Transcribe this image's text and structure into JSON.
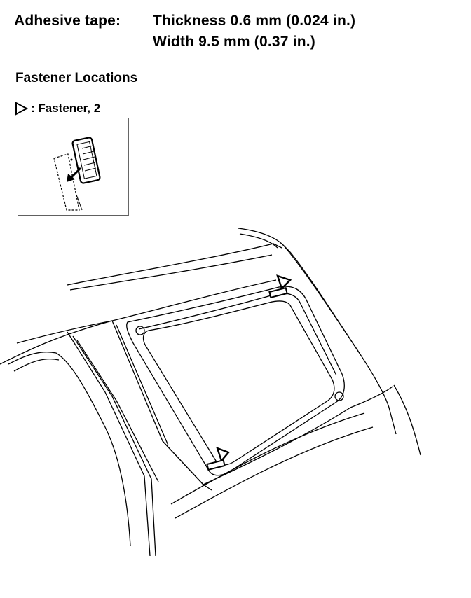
{
  "spec": {
    "label": "Adhesive tape:",
    "thickness": "Thickness 0.6 mm (0.024 in.)",
    "width": "Width 9.5 mm (0.37 in.)"
  },
  "section_title": "Fastener Locations",
  "legend": {
    "symbol": "triangle-marker-icon",
    "text": ": Fastener, 2"
  }
}
